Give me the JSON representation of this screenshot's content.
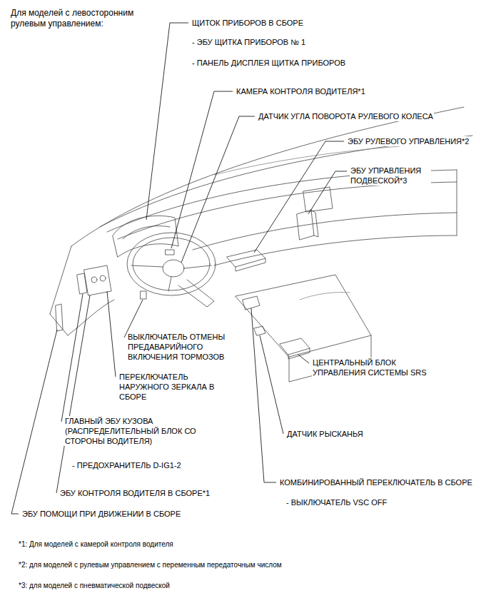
{
  "diagram": {
    "title": "Для моделей с левосторонним рулевым управлением:",
    "labels": [
      "ЩИТОК ПРИБОРОВ В СБОРЕ",
      "- ЭБУ ЩИТКА ПРИБОРОВ № 1",
      "- ПАНЕЛЬ ДИСПЛЕЯ ЩИТКА ПРИБОРОВ",
      "КАМЕРА КОНТРОЛЯ ВОДИТЕЛЯ*1",
      "ДАТЧИК УГЛА ПОВОРОТА РУЛЕВОГО КОЛЕСА",
      "ЭБУ РУЛЕВОГО УПРАВЛЕНИЯ*2",
      "ЭБУ УПРАВЛЕНИЯ ПОДВЕСКОЙ*3",
      "ВЫКЛЮЧАТЕЛЬ ОТМЕНЫ ПРЕДАВАРИЙНОГО ВКЛЮЧЕНИЯ ТОРМОЗОВ",
      "ПЕРЕКЛЮЧАТЕЛЬ НАРУЖНОГО ЗЕРКАЛА В СБОРЕ",
      "ЦЕНТРАЛЬНЫЙ БЛОК УПРАВЛЕНИЯ СИСТЕМЫ SRS",
      "ГЛАВНЫЙ ЭБУ КУЗОВА (РАСПРЕДЕЛИТЕЛЬНЫЙ БЛОК СО СТОРОНЫ ВОДИТЕЛЯ)",
      "ДАТЧИК РЫСКАНЬЯ",
      "- ПРЕДОХРАНИТЕЛЬ D-IG1-2",
      "КОМБИНИРОВАННЫЙ ПЕРЕКЛЮЧАТЕЛЬ В СБОРЕ",
      "ЭБУ КОНТРОЛЯ ВОДИТЕЛЯ В СБОРЕ*1",
      "- ВЫКЛЮЧАТЕЛЬ VSC OFF",
      "ЭБУ ПОМОЩИ ПРИ ДВИЖЕНИИ В СБОРЕ",
      "*1: Для моделей с камерой контроля водителя",
      "*2: для моделей с рулевым управлением с переменным передаточным числом",
      "*3: для моделей с пневматической подвеской"
    ]
  }
}
